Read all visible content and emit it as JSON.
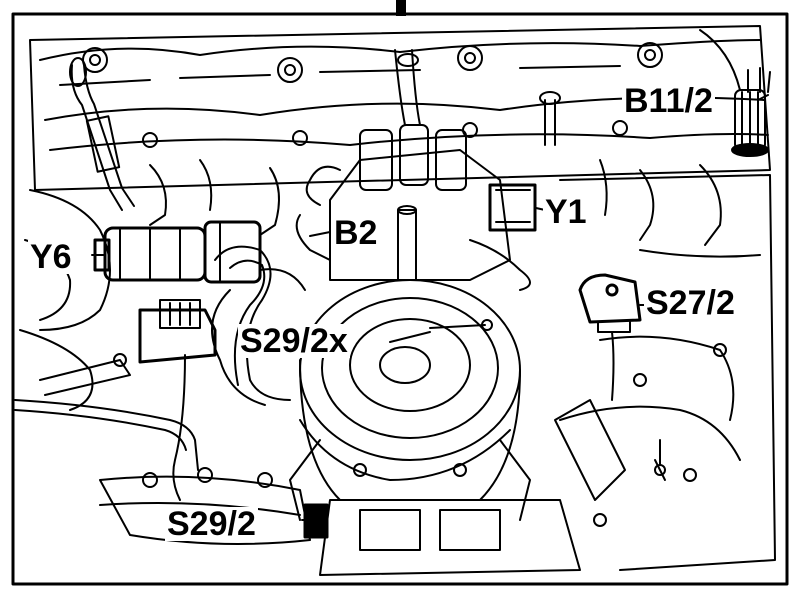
{
  "labels": {
    "b11_2": "B11/2",
    "y1": "Y1",
    "b2": "B2",
    "y6": "Y6",
    "s27_2": "S27/2",
    "s29_2x": "S29/2x",
    "s29_2": "S29/2"
  },
  "colors": {
    "ink": "#000000",
    "paper": "#ffffff"
  }
}
